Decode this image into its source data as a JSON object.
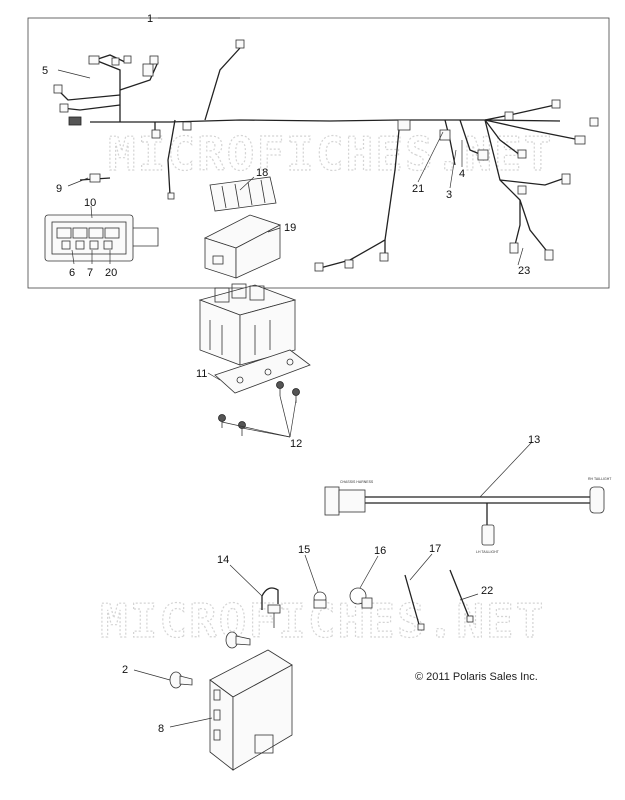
{
  "callouts": {
    "c1": "1",
    "c2": "2",
    "c3": "3",
    "c4": "4",
    "c5": "5",
    "c6": "6",
    "c7": "7",
    "c8": "8",
    "c9": "9",
    "c10": "10",
    "c11": "11",
    "c12": "12",
    "c13": "13",
    "c14": "14",
    "c15": "15",
    "c16": "16",
    "c17": "17",
    "c18": "18",
    "c19": "19",
    "c20": "20",
    "c21": "21",
    "c22": "22",
    "c23": "23"
  },
  "watermark": "MICROFICHES.NET",
  "harness_labels": {
    "left_connector": "CHASSIS HARNESS",
    "right_connector": "RH TAILLIGHT",
    "mid_connector": "LH TAILLIGHT"
  },
  "copyright": "© 2011 Polaris Sales Inc."
}
